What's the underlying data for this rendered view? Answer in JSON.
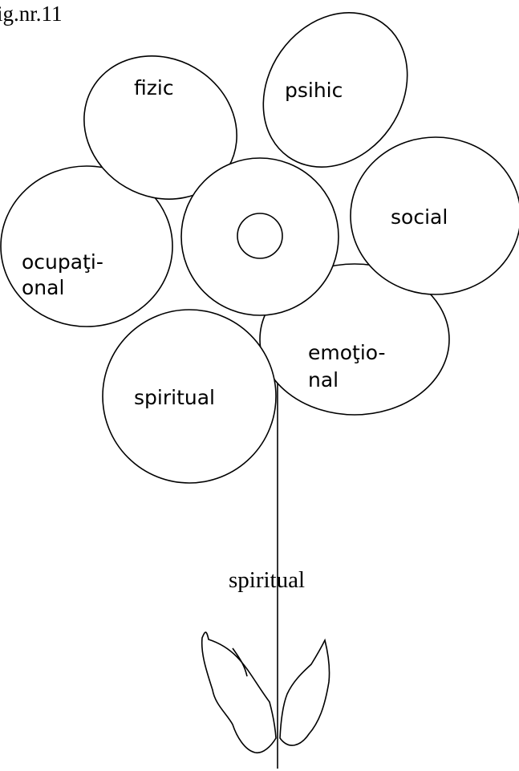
{
  "figure": {
    "title": "ig.nr.11"
  },
  "petals": {
    "fizic": "fizic",
    "psihic": "psihic",
    "social": "social",
    "ocupational_line1": "ocupaţi-",
    "ocupational_line2": "onal",
    "emotional_line1": "emoţio-",
    "emotional_line2": "nal",
    "spiritual": "spiritual"
  },
  "stem": {
    "label": "spiritual"
  }
}
